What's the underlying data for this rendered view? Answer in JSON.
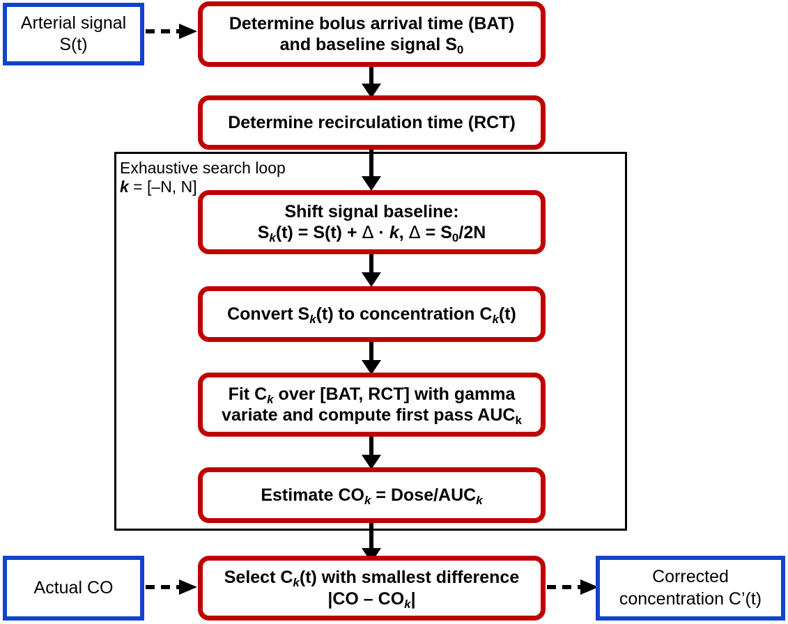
{
  "diagram": {
    "title": "Cardiac-output corrected concentration exhaustive search flowchart",
    "colors": {
      "process_border": "#c00000",
      "io_border": "#1144cc",
      "loop_border": "#000000",
      "arrow": "#000000",
      "background": "#ffffff"
    }
  },
  "nodes": {
    "arterial_signal": {
      "kind": "io",
      "line1": "Arterial signal",
      "line2": "S(t)"
    },
    "determine_bat": {
      "kind": "process",
      "line1": "Determine bolus arrival time (BAT)",
      "line2_pre": "and baseline signal S",
      "line2_sub": "0"
    },
    "determine_rct": {
      "kind": "process",
      "line1": "Determine recirculation time (RCT)"
    },
    "shift_baseline": {
      "kind": "process",
      "line1": "Shift signal baseline:",
      "formula": {
        "s_pre": "S",
        "s_sub": "k",
        "s_mid": "(t) = S(t) + ",
        "delta1": "Δ",
        "dot": " · ",
        "k": "k",
        "comma": ", ",
        "delta2": "Δ",
        "eq": " = S",
        "s0_sub": "0",
        "tail": "/2N"
      }
    },
    "convert_concentration": {
      "kind": "process",
      "pre": "Convert S",
      "sub1": "k",
      "mid": "(t) to concentration C",
      "sub2": "k",
      "post": "(t)"
    },
    "fit_gamma": {
      "kind": "process",
      "line1_pre": "Fit C",
      "line1_sub": "k",
      "line1_post": " over [BAT, RCT] with gamma",
      "line2_pre": "variate and compute first pass AUC",
      "line2_sub": "k"
    },
    "estimate_co": {
      "kind": "process",
      "pre": "Estimate CO",
      "sub1": "k",
      "mid": " = Dose/AUC",
      "sub2": "k"
    },
    "select_ck": {
      "kind": "process",
      "line1_pre": "Select C",
      "line1_sub": "k",
      "line1_post": "(t) with smallest difference",
      "line2_pre": "|CO – CO",
      "line2_sub": "k",
      "line2_post": "|"
    },
    "actual_co": {
      "kind": "io",
      "line1": "Actual CO"
    },
    "corrected_concentration": {
      "kind": "io",
      "line1": "Corrected",
      "line2": "concentration  C’(t)"
    }
  },
  "loop": {
    "label_line1": "Exhaustive search loop",
    "label_k": "k",
    "label_line2_rest": " = [–N, N]"
  },
  "connectors": [
    {
      "name": "arterial-to-bat",
      "style": "dashed",
      "direction": "right"
    },
    {
      "name": "bat-to-rct",
      "style": "solid",
      "direction": "down"
    },
    {
      "name": "rct-to-shift",
      "style": "solid",
      "direction": "down"
    },
    {
      "name": "shift-to-convert",
      "style": "solid",
      "direction": "down"
    },
    {
      "name": "convert-to-fit",
      "style": "solid",
      "direction": "down"
    },
    {
      "name": "fit-to-estimate",
      "style": "solid",
      "direction": "down"
    },
    {
      "name": "estimate-to-select",
      "style": "solid",
      "direction": "down"
    },
    {
      "name": "actualco-to-select",
      "style": "dashed",
      "direction": "right"
    },
    {
      "name": "select-to-corrected",
      "style": "dashed",
      "direction": "right"
    }
  ]
}
